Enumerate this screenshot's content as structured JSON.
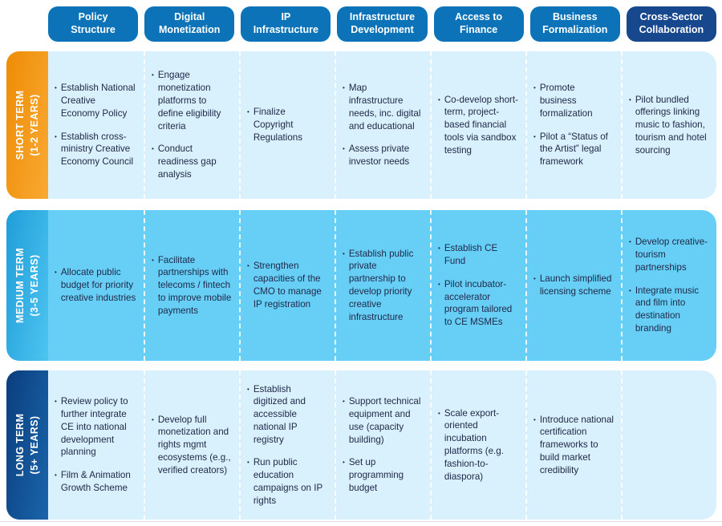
{
  "theme": {
    "header_pill_blue": "#0d73b9",
    "header_pill_navy": "#17478d",
    "row_light_bg": "#d9f1fc",
    "row_medium_bg": "#67cff5",
    "cell_text": "#20294a",
    "header_text": "#ffffff",
    "divider_dash": "#ffffff",
    "bullet_glyph": "•"
  },
  "columns": [
    {
      "id": "policy-structure",
      "label": "Policy\nStructure",
      "color": "#0d73b9"
    },
    {
      "id": "digital-monetization",
      "label": "Digital\nMonetization",
      "color": "#0d73b9"
    },
    {
      "id": "ip-infrastructure",
      "label": "IP\nInfrastructure",
      "color": "#0d73b9"
    },
    {
      "id": "infrastructure-development",
      "label": "Infrastructure\nDevelopment",
      "color": "#0d73b9"
    },
    {
      "id": "access-to-finance",
      "label": "Access to\nFinance",
      "color": "#0d73b9"
    },
    {
      "id": "business-formalization",
      "label": "Business\nFormalization",
      "color": "#0d73b9"
    },
    {
      "id": "cross-sector-collaboration",
      "label": "Cross-Sector\nCollaboration",
      "color": "#17478d"
    }
  ],
  "rows": [
    {
      "id": "short-term",
      "label_line1": "SHORT TERM",
      "label_line2": "(1-2 YEARS)",
      "gradient": [
        "#ee8c05",
        "#f9a933"
      ],
      "body_color": "#d9f1fc",
      "cells": [
        [
          "Establish National Creative Economy Policy",
          "Establish cross-ministry Creative Economy Council"
        ],
        [
          "Engage monetization platforms to define eligibility criteria",
          "Conduct readiness gap analysis"
        ],
        [
          "Finalize Copyright Regulations"
        ],
        [
          "Map infrastructure needs, inc. digital and educational",
          "Assess private investor needs"
        ],
        [
          "Co-develop short-term, project-based financial tools via sandbox testing"
        ],
        [
          "Promote business formalization",
          "Pilot a “Status of the Artist” legal framework"
        ],
        [
          "Pilot bundled offerings linking music to fashion, tourism and hotel sourcing"
        ]
      ]
    },
    {
      "id": "medium-term",
      "label_line1": "MEDIUM TERM",
      "label_line2": "(3-5 YEARS)",
      "gradient": [
        "#1f9ed9",
        "#4ec4f0"
      ],
      "body_color": "#67cff5",
      "cells": [
        [
          "Allocate public budget for priority creative industries"
        ],
        [
          "Facilitate partnerships with telecoms / fintech to improve mobile payments"
        ],
        [
          "Strengthen capacities of the CMO to manage IP registration"
        ],
        [
          "Establish public private partnership to develop priority creative infrastructure"
        ],
        [
          "Establish CE Fund",
          "Pilot incubator-accelerator program tailored to CE MSMEs"
        ],
        [
          "Launch simplified licensing scheme"
        ],
        [
          "Develop creative-tourism partnerships",
          "Integrate music and film into destination branding"
        ]
      ]
    },
    {
      "id": "long-term",
      "label_line1": "LONG TERM",
      "label_line2": "(5+ YEARS)",
      "gradient": [
        "#0a3e7e",
        "#1a65ab"
      ],
      "body_color": "#d9f1fc",
      "cells": [
        [
          "Review policy to further integrate CE into national development planning",
          "Film & Animation Growth Scheme"
        ],
        [
          "Develop full monetization and rights mgmt ecosystems (e.g., verified creators)"
        ],
        [
          "Establish digitized and accessible national IP registry",
          "Run public education campaigns on IP rights"
        ],
        [
          "Support technical equipment and use (capacity building)",
          "Set up programming budget"
        ],
        [
          "Scale export-oriented incubation platforms (e.g. fashion-to-diaspora)"
        ],
        [
          "Introduce national certification frameworks to build market credibility"
        ],
        []
      ]
    }
  ]
}
